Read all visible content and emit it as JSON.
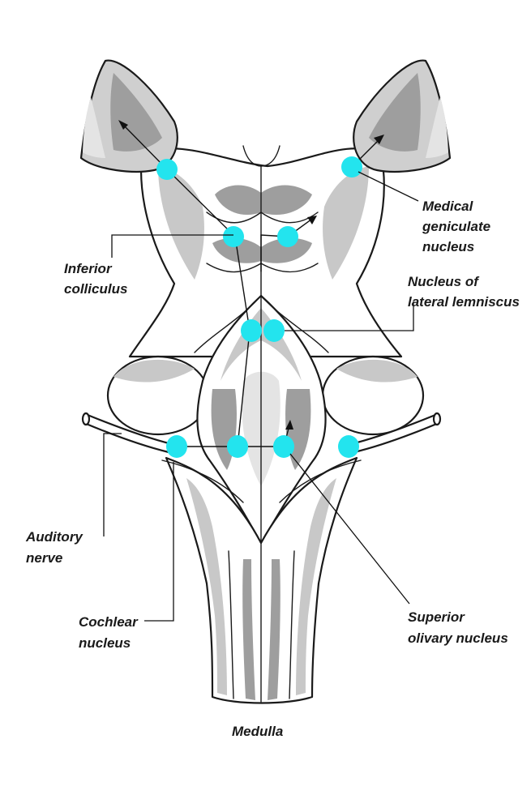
{
  "labels": {
    "medial_geniculate": [
      "Medical",
      "geniculate",
      "nucleus"
    ],
    "inferior_colliculus": [
      "Inferior",
      "colliculus"
    ],
    "nucleus_lateral_lemniscus": [
      "Nucleus of",
      "lateral lemniscus"
    ],
    "auditory_nerve": [
      "Auditory",
      "nerve"
    ],
    "cochlear_nucleus": [
      "Cochlear",
      "nucleus"
    ],
    "superior_olivary": [
      "Superior",
      "olivary nucleus"
    ],
    "medulla": "Medulla"
  },
  "colors": {
    "nucleus": "#23e4ee",
    "outline": "#1a1a1a",
    "shade_light": "#e4e4e4",
    "shade_mid": "#c8c8c8",
    "shade_dark": "#9e9e9e"
  }
}
